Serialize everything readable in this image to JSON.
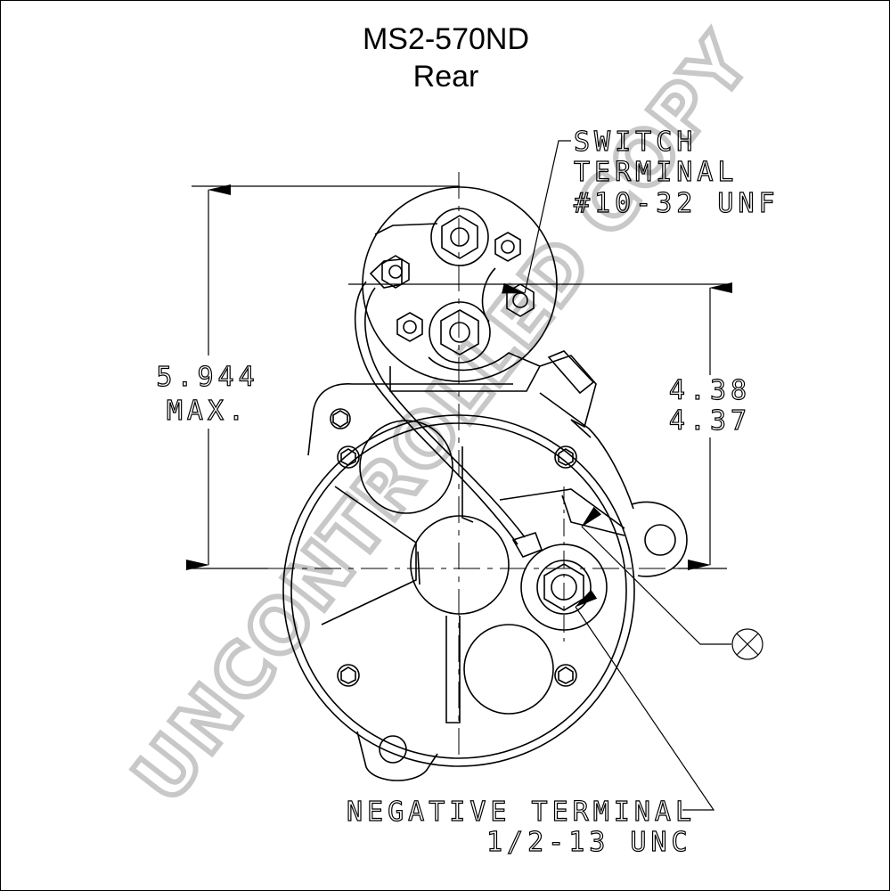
{
  "title": {
    "line1": "MS2-570ND",
    "line2": "Rear"
  },
  "watermark": "UNCONTROLLED COPY",
  "callouts": {
    "switch_terminal": [
      "SWITCH",
      "TERMINAL",
      "#10-32 UNF"
    ],
    "negative_terminal": [
      "NEGATIVE TERMINAL",
      "1/2-13 UNC"
    ],
    "symbol": "circle-x-icon"
  },
  "dimensions": {
    "overall_height": [
      "5.944",
      "MAX."
    ],
    "terminal_height": [
      "4.38",
      "4.37"
    ]
  },
  "colors": {
    "lines": "#000000",
    "watermark": "#c8c8c8",
    "background": "#ffffff"
  }
}
